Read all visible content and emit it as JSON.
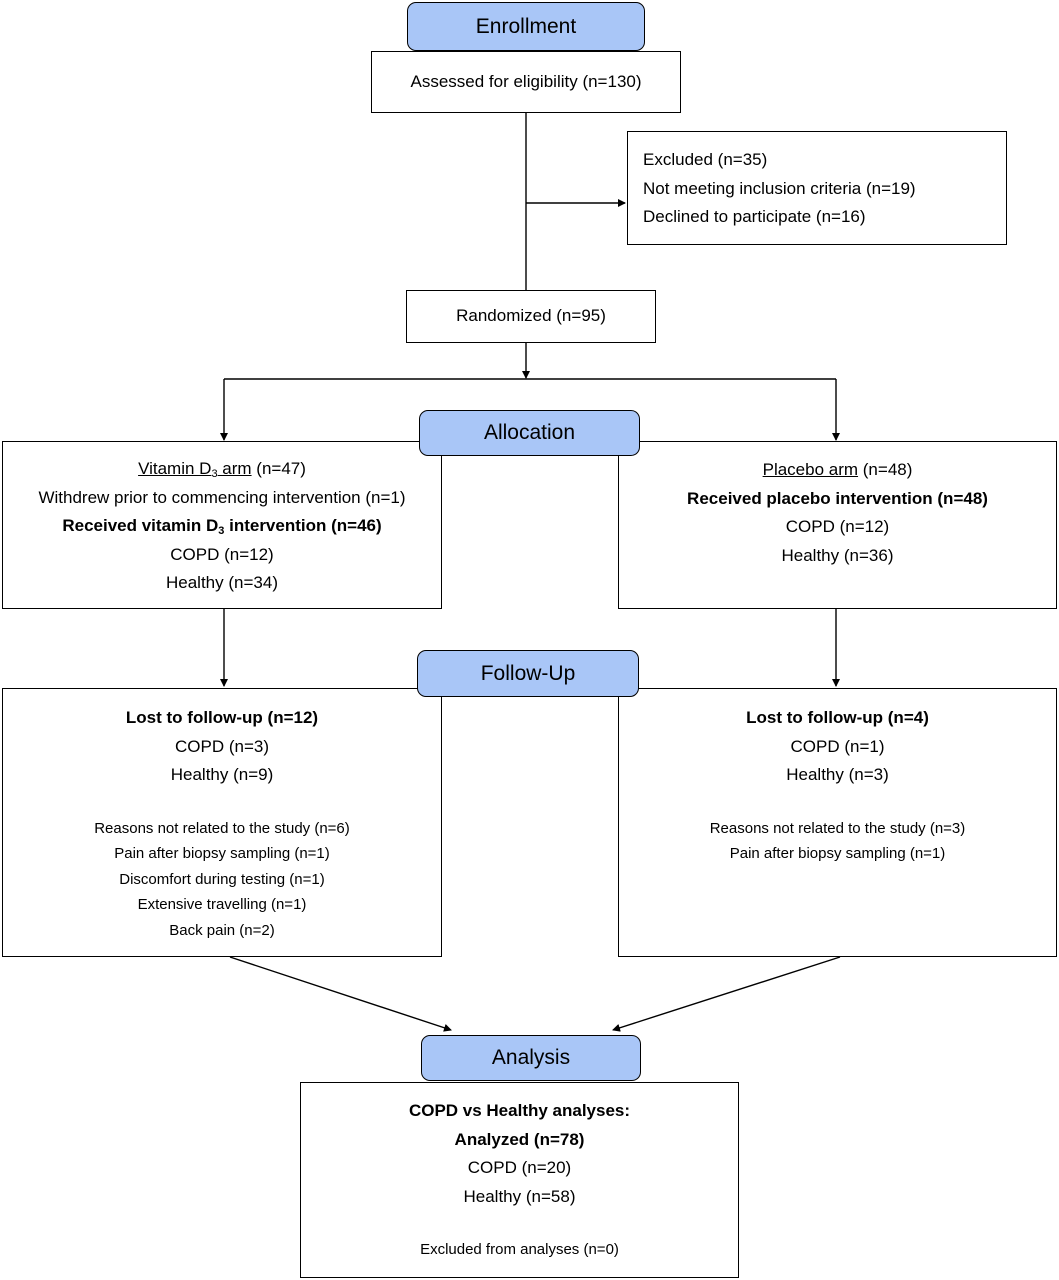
{
  "stages": {
    "enrollment": "Enrollment",
    "allocation": "Allocation",
    "follow_up": "Follow-Up",
    "analysis": "Analysis"
  },
  "assessed": "Assessed for eligibility (n=130)",
  "excluded": {
    "title": "Excluded (n=35)",
    "not_meeting": "Not meeting inclusion criteria (n=19)",
    "declined": "Declined to participate (n=16)"
  },
  "randomized": "Randomized (n=95)",
  "vitamin_arm": {
    "name_prefix": "Vitamin D",
    "name_sub": "3",
    "name_suffix": " arm",
    "count": " (n=47)",
    "withdrew": "Withdrew prior to commencing intervention (n=1)",
    "received_prefix": "Received vitamin D",
    "received_sub": "3",
    "received_suffix": " intervention (n=46)",
    "copd": "COPD (n=12)",
    "healthy": "Healthy (n=34)"
  },
  "placebo_arm": {
    "name": "Placebo arm",
    "count": " (n=48)",
    "received": "Received placebo intervention (n=48)",
    "copd": "COPD (n=12)",
    "healthy": "Healthy (n=36)"
  },
  "vitamin_followup": {
    "lost": "Lost to follow-up (n=12)",
    "copd": "COPD (n=3)",
    "healthy": "Healthy (n=9)",
    "reasons": [
      "Reasons not related to the study (n=6)",
      "Pain after biopsy sampling (n=1)",
      "Discomfort during testing (n=1)",
      "Extensive travelling (n=1)",
      "Back pain (n=2)"
    ]
  },
  "placebo_followup": {
    "lost": "Lost to follow-up (n=4)",
    "copd": "COPD (n=1)",
    "healthy": "Healthy (n=3)",
    "reasons": [
      "Reasons not related to the study (n=3)",
      "Pain after biopsy sampling (n=1)"
    ]
  },
  "analysis_box": {
    "title": "COPD vs Healthy analyses:",
    "analyzed": "Analyzed (n=78)",
    "copd": "COPD (n=20)",
    "healthy": "Healthy (n=58)",
    "excluded": "Excluded from analyses (n=0)"
  },
  "colors": {
    "stage_fill": "#a9c6f7",
    "line": "#000000"
  }
}
